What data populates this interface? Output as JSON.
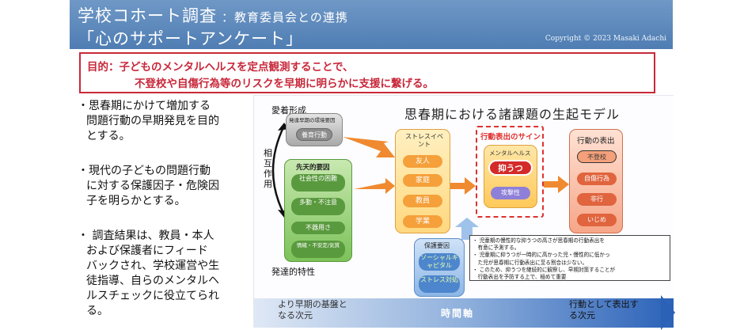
{
  "header": {
    "title_main": "学校コホート調査",
    "title_sub": "：教育委員会との連携",
    "title_line2": "「心のサポートアンケート」",
    "copyright": "Copyright © 2023 Masaki Adachi"
  },
  "purpose": {
    "line1": "目的：子どものメンタルヘルスを定点観測することで、",
    "line2": "不登校や自傷行為等のリスクを早期に明らかに支援に繋げる。"
  },
  "bullets": [
    {
      "lines": [
        "・思春期にかけて増加する",
        "問題行動の早期発見を目的",
        "とする。"
      ]
    },
    {
      "lines": [
        "・現代の子どもの問題行動",
        "に対する保護因子・危険因",
        "子を明らかとする。"
      ]
    },
    {
      "lines": [
        "・ 調査結果は、教員・本人",
        "および保護者にフィード",
        "バックされ、学校運営や生",
        "徒指導、自らのメンタルヘ",
        "ルスチェックに役立てられ",
        "る。"
      ]
    }
  ],
  "diagram": {
    "title": "思春期における諸課題の生起モデル",
    "attachment": {
      "label": "愛着形成",
      "box_title": "発達早期の環境要因",
      "items": [
        "養育行動"
      ]
    },
    "interaction_label": [
      "相",
      "互",
      "作",
      "用"
    ],
    "innate": {
      "title": "先天的要因",
      "items": [
        "社会性の困難",
        "多動・不注意",
        "不器用さ",
        "情緒・不安定/気質"
      ]
    },
    "development_label": "発達的特性",
    "stress": {
      "title": "ストレスイベント",
      "items": [
        "友人",
        "家庭",
        "教員",
        "学業"
      ]
    },
    "signs": {
      "title": "行動表出のサイン",
      "mh_title": "メンタルヘルス",
      "depression": "抑うつ",
      "aggression": "攻撃性"
    },
    "protective": {
      "title": "保護要因",
      "items": [
        "ソーシャルキャピタル",
        "ストレス対処"
      ]
    },
    "behaviors": {
      "title": "行動の表出",
      "items": [
        "不登校",
        "自傷行為",
        "非行",
        "いじめ"
      ]
    },
    "notes": [
      "・ 児童期の慢性的な抑うつの高さが思春期の行動表出を",
      "　有意に予測する。",
      "・ 児童期に抑うつが一時的に高かった児・慢性的に低かっ",
      "　た児が思春期に行動表出に至る割合は少ない。",
      "・ このため、抑うつを継続的に観察し、早期対策することが",
      "　行動表出を予防する上で、極めて重要"
    ],
    "timeline": {
      "left": [
        "より早期の基盤と",
        "なる次元"
      ],
      "center": "時間軸",
      "right": [
        "行動として表出す",
        "る次元"
      ]
    }
  },
  "colors": {
    "title_bar": "#5b87bb",
    "purpose_red": "#c8283a",
    "stress_orange": "#f5a03a",
    "signs_red": "#e03030",
    "innate_green": "#7cc25a",
    "protective_blue": "#6a9cd8",
    "behavior_salmon": "#f08a6a"
  }
}
